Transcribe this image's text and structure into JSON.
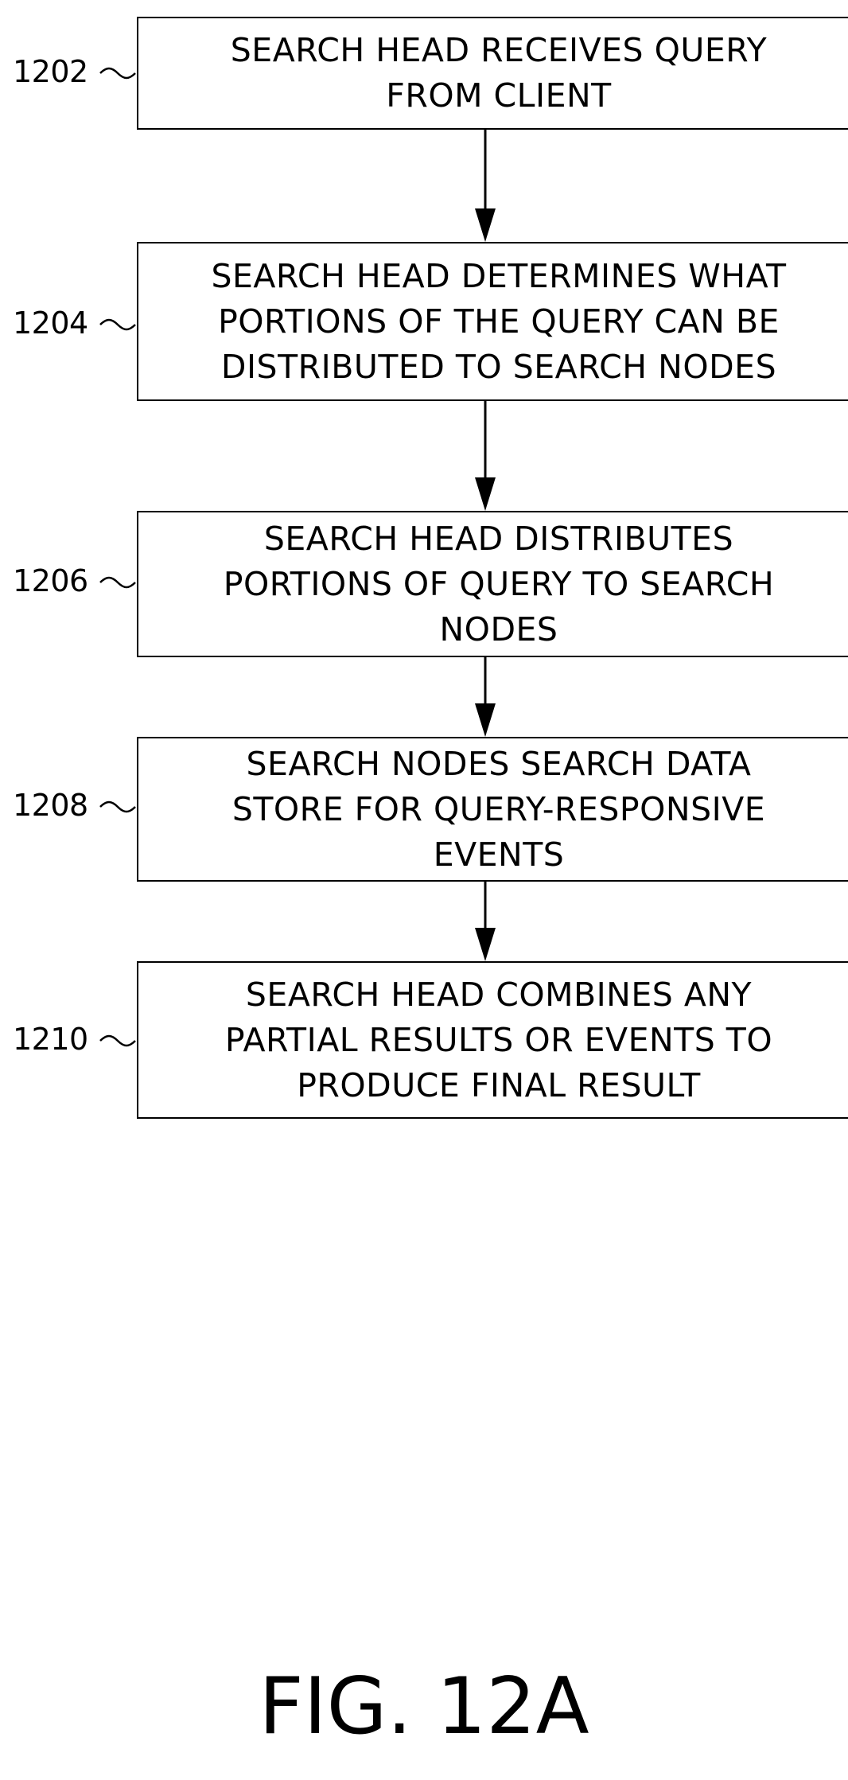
{
  "steps": [
    {
      "ref": "1202",
      "text": "SEARCH HEAD RECEIVES QUERY\nFROM CLIENT"
    },
    {
      "ref": "1204",
      "text": "SEARCH HEAD DETERMINES WHAT\nPORTIONS OF THE QUERY CAN BE\nDISTRIBUTED TO SEARCH NODES"
    },
    {
      "ref": "1206",
      "text": "SEARCH HEAD DISTRIBUTES\nPORTIONS OF QUERY TO SEARCH\nNODES"
    },
    {
      "ref": "1208",
      "text": "SEARCH NODES SEARCH DATA\nSTORE FOR QUERY-RESPONSIVE\nEVENTS"
    },
    {
      "ref": "1210",
      "text": "SEARCH HEAD COMBINES ANY\nPARTIAL RESULTS OR EVENTS TO\nPRODUCE FINAL RESULT"
    }
  ],
  "figure_label": "FIG. 12A"
}
